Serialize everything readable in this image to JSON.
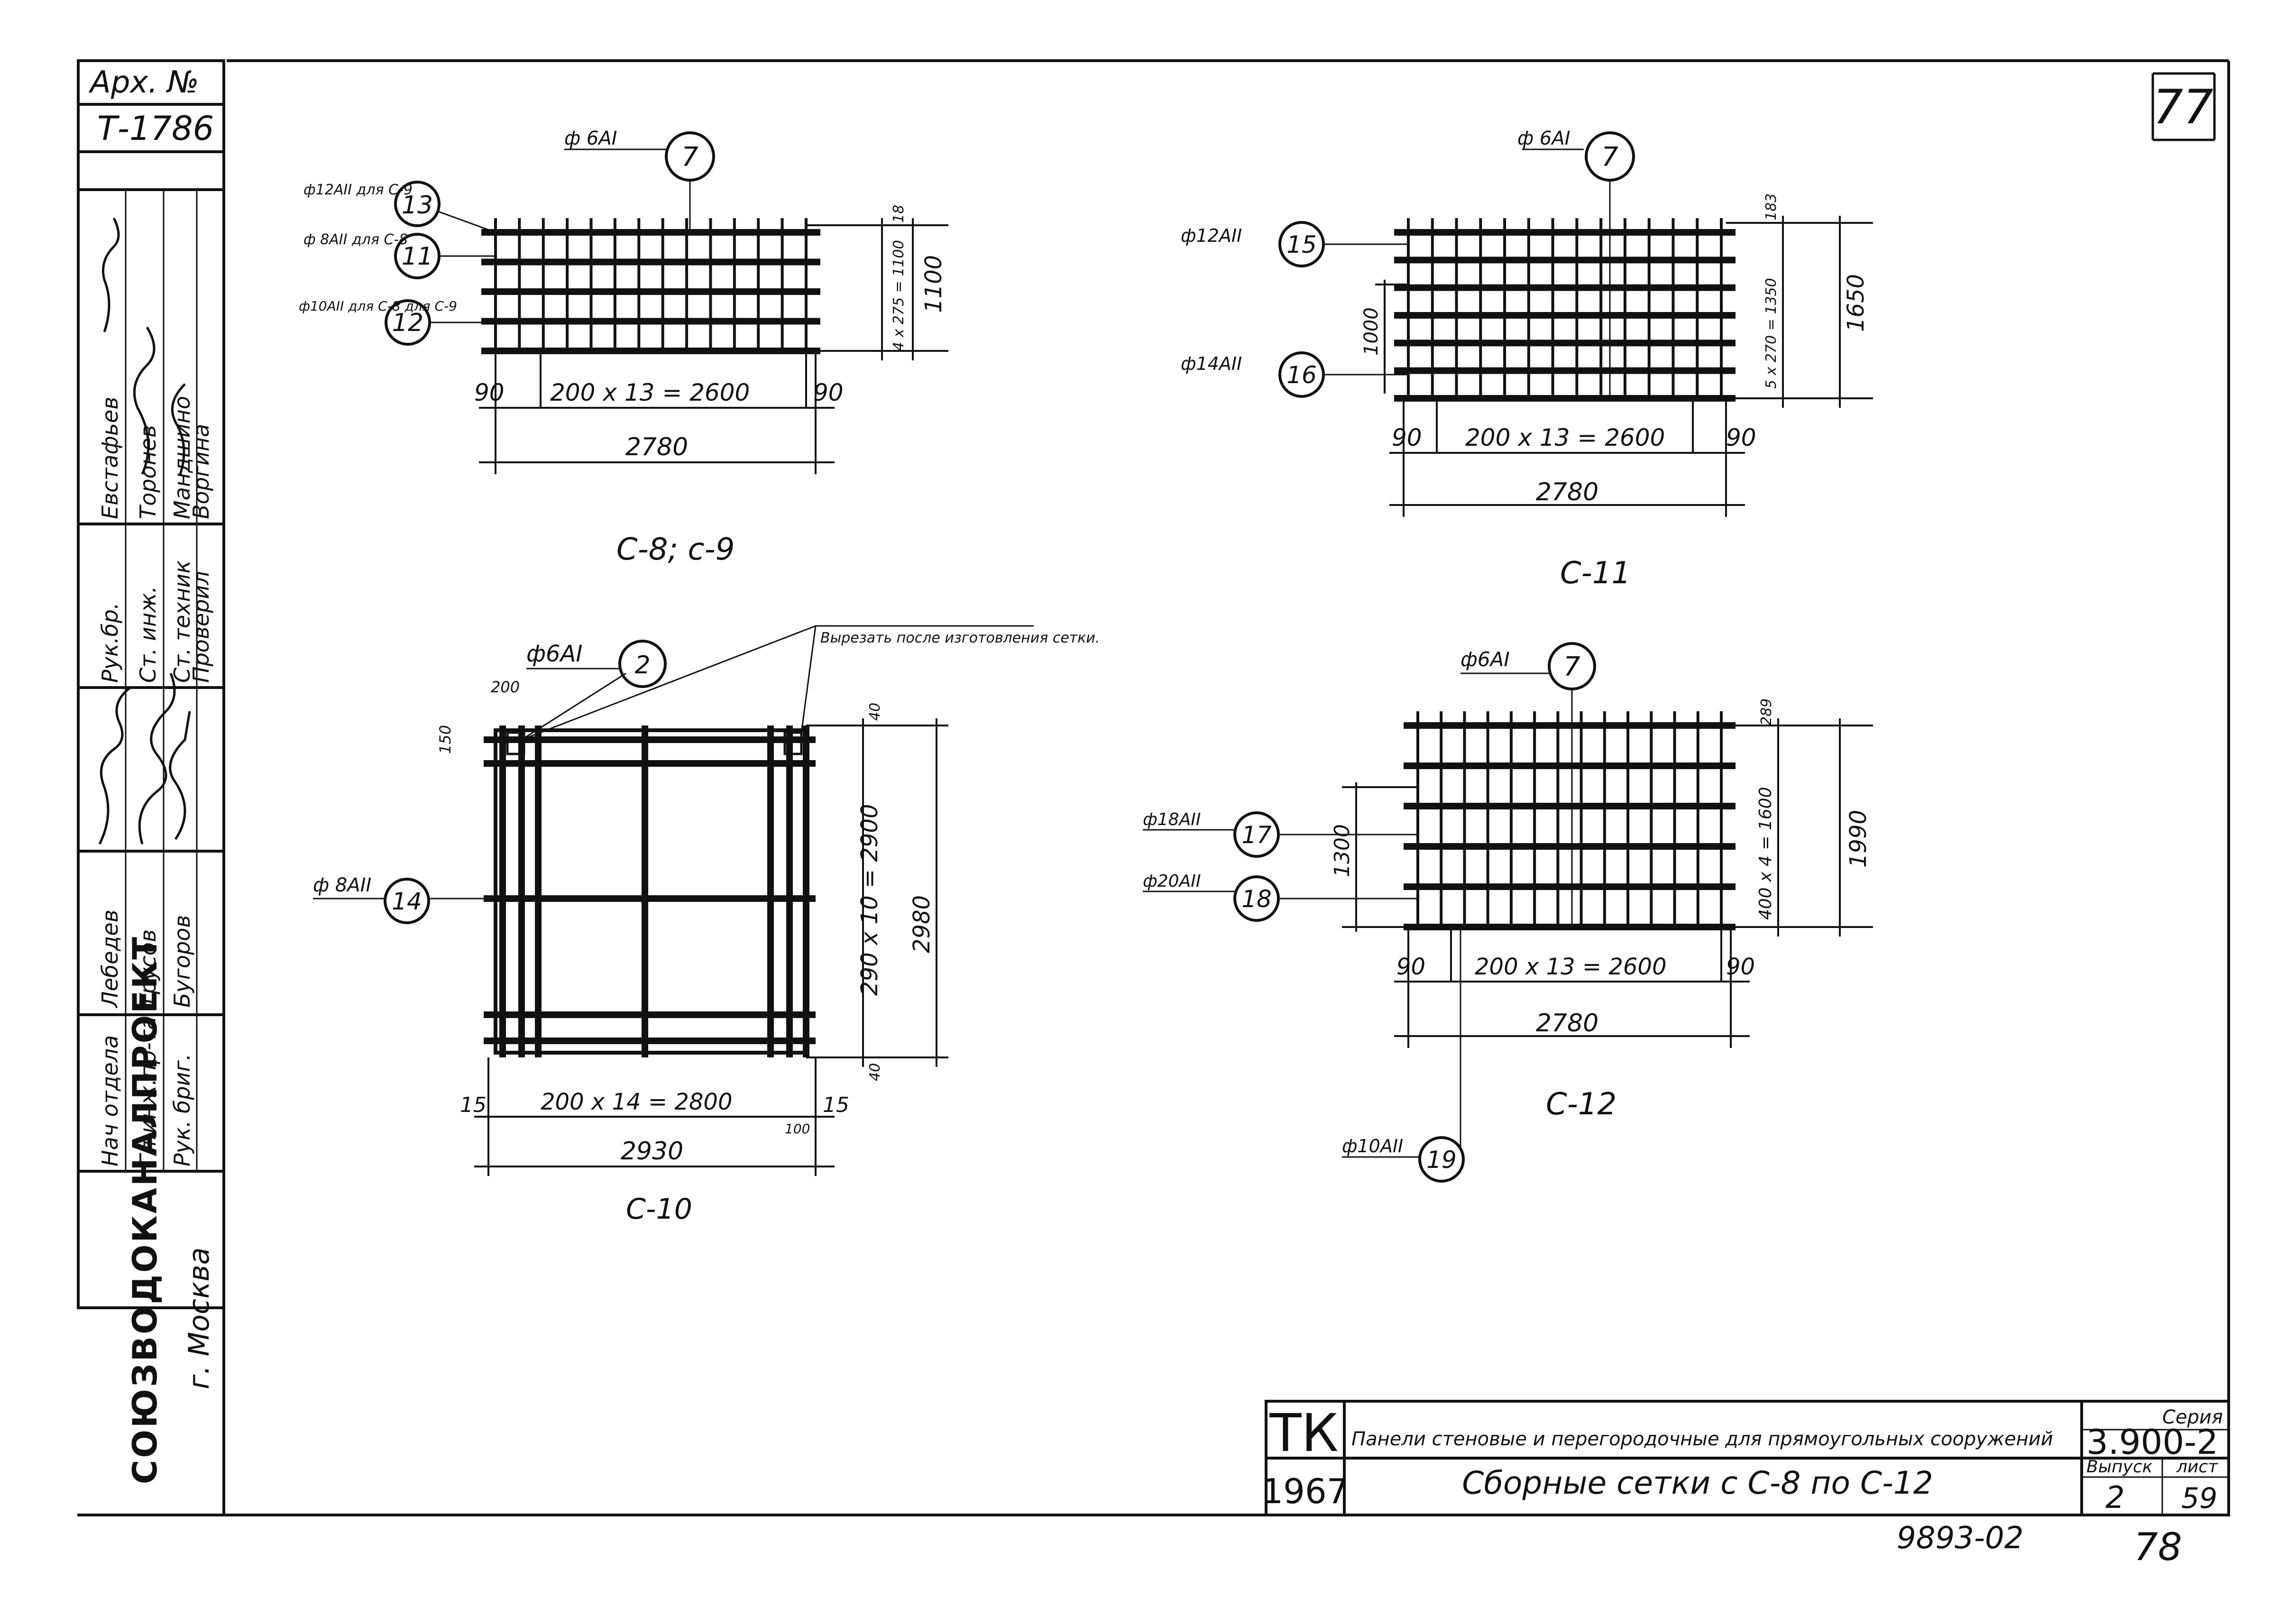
{
  "sheet_number": "77",
  "archive": {
    "label": "Арх. №",
    "number": "Т-1786"
  },
  "approvals": [
    {
      "role": "Нач отдела",
      "name": "Лебедев"
    },
    {
      "role": "Гл.инж.пр-та",
      "name": "Трусов"
    },
    {
      "role": "Рук. бриг.",
      "name": "Бугоров"
    },
    {
      "role": "Рук.бр.",
      "name": "Евстафьев"
    },
    {
      "role": "Ст. инж.",
      "name": "Торонев"
    },
    {
      "role": "Ст. техник",
      "name": "Мандшино"
    },
    {
      "role": "Проверил",
      "name": "Воргина"
    }
  ],
  "org": {
    "name": "СОЮЗВОДОКАНАЛПРОЕКТ",
    "city": "г. Москва"
  },
  "title_block": {
    "code": "ТК",
    "year": "1967",
    "subject": "Панели стеновые и перегородочные для прямоугольных сооружений",
    "title": "Сборные сетки с С-8 по С-12",
    "series_label": "Серия",
    "series": "3.900-2",
    "issue_label": "Выпуск",
    "issue": "2",
    "sheet_label": "лист",
    "sheet": "59"
  },
  "footer_code": "9893-02",
  "footer_page": "78",
  "meshes": [
    {
      "caption": "С-8; с-9",
      "bars": [
        {
          "spec": "ф 6АI",
          "num": "7"
        },
        {
          "spec": "ф12АII для С-9",
          "num": "13"
        },
        {
          "spec": "ф 8АII для С-8",
          "num": "11"
        },
        {
          "spec": "ф10АII для С-8 для С-9",
          "num": "12"
        }
      ],
      "dims": {
        "pitch": "200 x 13 = 2600",
        "end_left": "90",
        "end_right": "90",
        "total": "2780",
        "height": "1100",
        "vert_pitch": "4 x 275 = 1100",
        "top": "18"
      }
    },
    {
      "caption": "С-11",
      "bars": [
        {
          "spec": "ф 6АI",
          "num": "7"
        },
        {
          "spec": "ф12АII",
          "num": "15"
        },
        {
          "spec": "ф14АII",
          "num": "16"
        }
      ],
      "dims": {
        "pitch": "200 x 13 = 2600",
        "end_left": "90",
        "end_right": "90",
        "total": "2780",
        "height": "1650",
        "vert_pitch": "5 x 270 = 1350",
        "mid": "1000",
        "top": "183"
      }
    },
    {
      "caption": "С-10",
      "bars": [
        {
          "spec": "ф6АI",
          "num": "2"
        },
        {
          "spec": "ф 8АII",
          "num": "14"
        }
      ],
      "note": "Вырезать после изготовления сетки.",
      "dims": {
        "pitch": "200 x 14 = 2800",
        "end_left": "15",
        "end_right": "15",
        "total": "2930",
        "height": "2980",
        "vert_pitch": "290 x 10 = 2900",
        "corner": "200",
        "top": "40",
        "bottom": "40",
        "left": "150",
        "right": "100"
      }
    },
    {
      "caption": "С-12",
      "bars": [
        {
          "spec": "ф6АI",
          "num": "7"
        },
        {
          "spec": "ф18АII",
          "num": "17"
        },
        {
          "spec": "ф20АII",
          "num": "18"
        },
        {
          "spec": "ф10АII",
          "num": "19"
        }
      ],
      "dims": {
        "pitch": "200 x 13 = 2600",
        "end_left": "90",
        "end_right": "90",
        "total": "2780",
        "height": "1990",
        "vert_pitch": "400 x 4 = 1600",
        "mid": "1300",
        "top": "289"
      }
    }
  ]
}
